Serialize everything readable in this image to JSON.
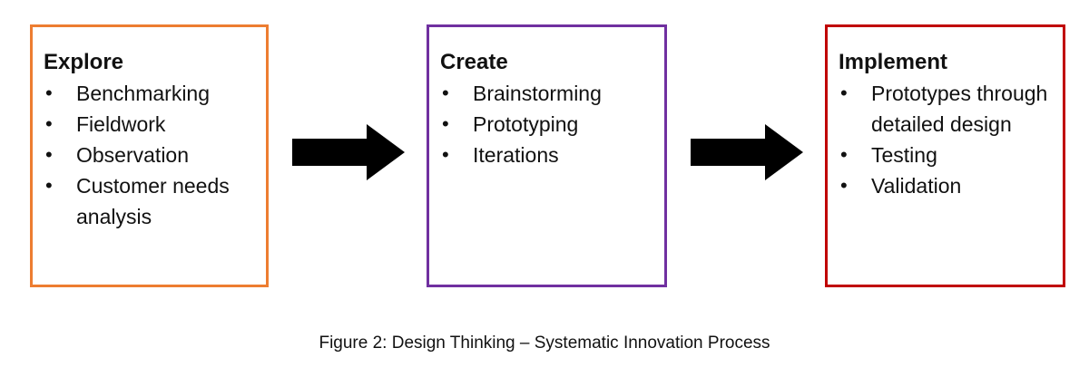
{
  "stages": [
    {
      "title": "Explore",
      "color": "#ED7D31",
      "items": [
        "Benchmarking",
        "Fieldwork",
        "Observation",
        "Customer needs analysis"
      ]
    },
    {
      "title": "Create",
      "color": "#7030A0",
      "items": [
        "Brainstorming",
        "Prototyping",
        "Iterations"
      ]
    },
    {
      "title": "Implement",
      "color": "#C00000",
      "items": [
        "Prototypes through detailed design",
        "Testing",
        "Validation"
      ]
    }
  ],
  "arrow_color": "#000000",
  "caption": "Figure 2: Design Thinking – Systematic Innovation Process"
}
